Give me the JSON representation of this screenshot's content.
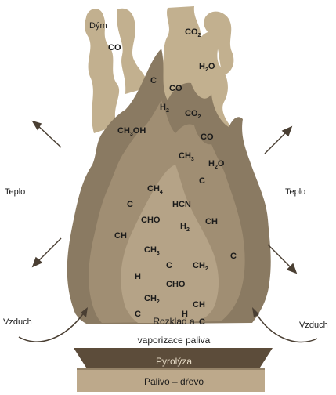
{
  "colors": {
    "smoke": "#c2b08f",
    "outer_flame": "#8a7a62",
    "mid_flame": "#a08e73",
    "inner_flame": "#b5a387",
    "pyrolysis": "#5c4c3a",
    "fuel": "#bda98b"
  },
  "labels": {
    "smoke": "Dým",
    "heat_left": "Teplo",
    "heat_right": "Teplo",
    "air_left": "Vzduch",
    "air_right": "Vzduch",
    "decomposition_line1": "Rozklad a",
    "decomposition_line2": "vaporizace paliva",
    "pyrolysis": "Pyrolýza",
    "fuel": "Palivo – dřevo"
  },
  "species": {
    "s1": "CO",
    "s2": "CO",
    "s2sub": "2",
    "s3": "H",
    "s3sub": "2",
    "s3b": "O",
    "s4": "C",
    "s5": "CO",
    "s6": "H",
    "s6sub": "2",
    "s7": "CO",
    "s7sub": "2",
    "s8": "CH",
    "s8sub": "3",
    "s8b": "OH",
    "s9": "CO",
    "s10": "CH",
    "s10sub": "3",
    "s11": "H",
    "s11sub": "2",
    "s11b": "O",
    "s12": "C",
    "s13": "CH",
    "s13sub": "4",
    "s14": "C",
    "s15": "HCN",
    "s16": "CHO",
    "s17": "H",
    "s17sub": "2",
    "s18": "CH",
    "s19": "CH",
    "s20": "CH",
    "s20sub": "3",
    "s21": "C",
    "s22": "C",
    "s23": "CH",
    "s23sub": "2",
    "s24": "H",
    "s25": "CHO",
    "s26": "CH",
    "s26sub": "2",
    "s27": "CH",
    "s28": "C",
    "s29": "H",
    "s30": "C"
  }
}
